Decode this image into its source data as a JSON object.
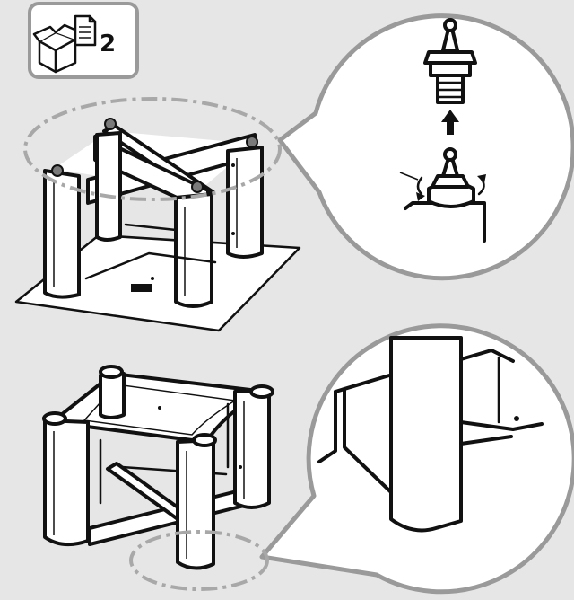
{
  "badge": {
    "count": "2",
    "icon": "box-and-manual-icon"
  },
  "colors": {
    "background": "#e6e6e6",
    "callout_fill": "#ffffff",
    "callout_border": "#9a9a9a",
    "outline": "#111111",
    "dashed_marker": "#a8a8a8",
    "foot_peg": "#7a7a7a"
  },
  "steps": [
    {
      "name": "stand-upside-down",
      "detail_icon": "foot-peg-removal-icon",
      "arrow": "up-arrow-icon",
      "rotation": "twist-arrows-icon"
    },
    {
      "name": "stand-upright",
      "detail_icon": "column-base-detail-icon"
    }
  ]
}
